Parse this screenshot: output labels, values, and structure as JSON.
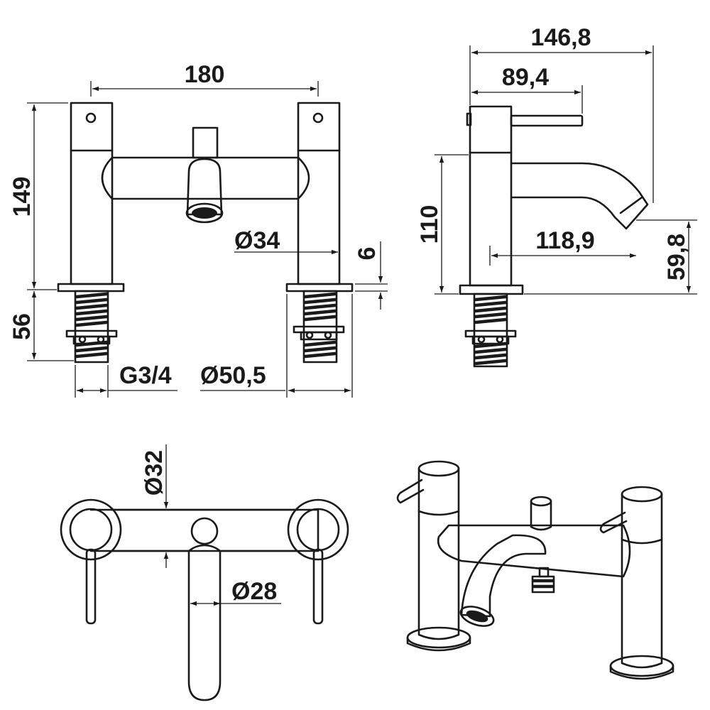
{
  "dimensions": {
    "width_180": "180",
    "height_149": "149",
    "spout_dia_34": "Ø34",
    "base_6": "6",
    "shank_56": "56",
    "thread_g34": "G3/4",
    "base_dia_50_5": "Ø50,5",
    "depth_146_8": "146,8",
    "handle_89_4": "89,4",
    "height_110": "110",
    "spout_118_9": "118,9",
    "spout_h_59_8": "59,8",
    "body_dia_32": "Ø32",
    "spout_dia_28": "Ø28"
  }
}
